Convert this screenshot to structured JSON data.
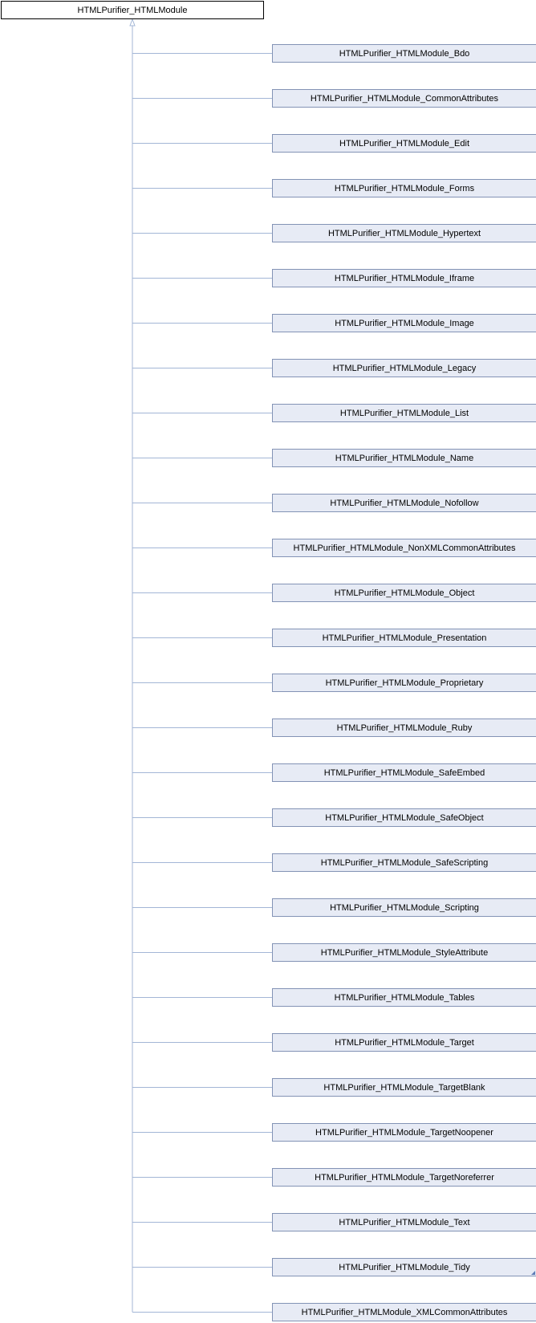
{
  "diagram": {
    "base_class": "HTMLPurifier_HTMLModule",
    "derived_classes": [
      "HTMLPurifier_HTMLModule_Bdo",
      "HTMLPurifier_HTMLModule_CommonAttributes",
      "HTMLPurifier_HTMLModule_Edit",
      "HTMLPurifier_HTMLModule_Forms",
      "HTMLPurifier_HTMLModule_Hypertext",
      "HTMLPurifier_HTMLModule_Iframe",
      "HTMLPurifier_HTMLModule_Image",
      "HTMLPurifier_HTMLModule_Legacy",
      "HTMLPurifier_HTMLModule_List",
      "HTMLPurifier_HTMLModule_Name",
      "HTMLPurifier_HTMLModule_Nofollow",
      "HTMLPurifier_HTMLModule_NonXMLCommonAttributes",
      "HTMLPurifier_HTMLModule_Object",
      "HTMLPurifier_HTMLModule_Presentation",
      "HTMLPurifier_HTMLModule_Proprietary",
      "HTMLPurifier_HTMLModule_Ruby",
      "HTMLPurifier_HTMLModule_SafeEmbed",
      "HTMLPurifier_HTMLModule_SafeObject",
      "HTMLPurifier_HTMLModule_SafeScripting",
      "HTMLPurifier_HTMLModule_Scripting",
      "HTMLPurifier_HTMLModule_StyleAttribute",
      "HTMLPurifier_HTMLModule_Tables",
      "HTMLPurifier_HTMLModule_Target",
      "HTMLPurifier_HTMLModule_TargetBlank",
      "HTMLPurifier_HTMLModule_TargetNoopener",
      "HTMLPurifier_HTMLModule_TargetNoreferrer",
      "HTMLPurifier_HTMLModule_Text",
      "HTMLPurifier_HTMLModule_Tidy",
      "HTMLPurifier_HTMLModule_XMLCommonAttributes"
    ],
    "folded_child": "HTMLPurifier_HTMLModule_Tidy",
    "colors": {
      "connector": "#a3b6d6",
      "node_fill": "#e7ebf5",
      "node_border": "#8393b5",
      "base_fill": "#ffffff",
      "base_border": "#000000",
      "fold_corner": "#5d7bb5"
    }
  }
}
